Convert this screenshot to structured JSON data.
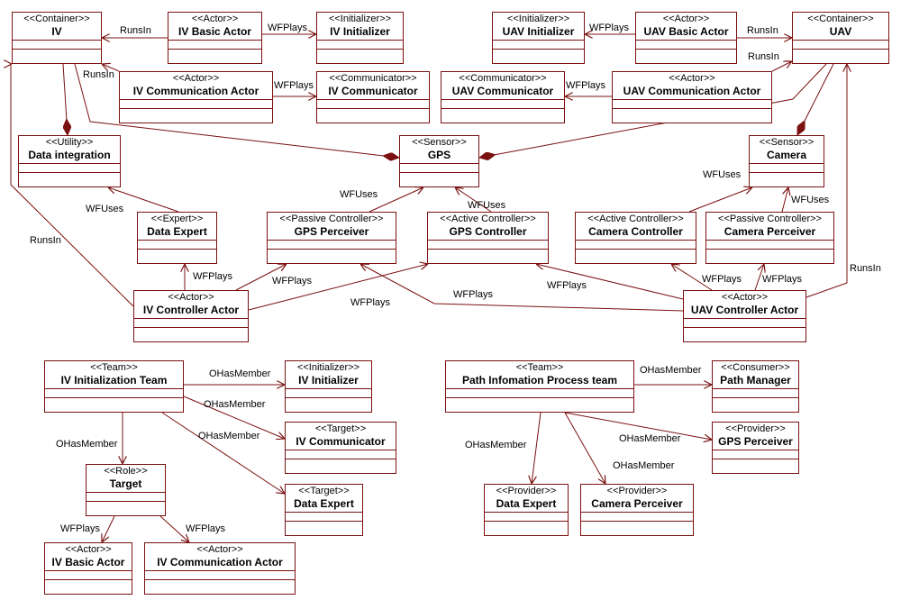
{
  "classes": {
    "iv": {
      "stereotype": "<<Container>>",
      "name": "IV"
    },
    "iv_basic_actor": {
      "stereotype": "<<Actor>>",
      "name": "IV Basic Actor"
    },
    "iv_initializer": {
      "stereotype": "<<Initializer>>",
      "name": "IV Initializer"
    },
    "iv_comm_actor": {
      "stereotype": "<<Actor>>",
      "name": "IV Communication Actor"
    },
    "iv_communicator": {
      "stereotype": "<<Communicator>>",
      "name": "IV Communicator"
    },
    "uav_initializer": {
      "stereotype": "<<Initializer>>",
      "name": "UAV Initializer"
    },
    "uav_basic_actor": {
      "stereotype": "<<Actor>>",
      "name": "UAV Basic Actor"
    },
    "uav": {
      "stereotype": "<<Container>>",
      "name": "UAV"
    },
    "uav_communicator": {
      "stereotype": "<<Communicator>>",
      "name": "UAV Communicator"
    },
    "uav_comm_actor": {
      "stereotype": "<<Actor>>",
      "name": "UAV Communication Actor"
    },
    "data_integration": {
      "stereotype": "<<Utility>>",
      "name": "Data integration"
    },
    "gps": {
      "stereotype": "<<Sensor>>",
      "name": "GPS"
    },
    "camera": {
      "stereotype": "<<Sensor>>",
      "name": "Camera"
    },
    "data_expert": {
      "stereotype": "<<Expert>>",
      "name": "Data Expert"
    },
    "gps_perceiver": {
      "stereotype": "<<Passive Controller>>",
      "name": "GPS Perceiver"
    },
    "gps_controller": {
      "stereotype": "<<Active Controller>>",
      "name": "GPS Controller"
    },
    "camera_controller": {
      "stereotype": "<<Active Controller>>",
      "name": "Camera Controller"
    },
    "camera_perceiver": {
      "stereotype": "<<Passive Controller>>",
      "name": "Camera Perceiver"
    },
    "iv_controller_actor": {
      "stereotype": "<<Actor>>",
      "name": "IV Controller Actor"
    },
    "uav_controller_actor": {
      "stereotype": "<<Actor>>",
      "name": "UAV Controller Actor"
    },
    "iv_init_team": {
      "stereotype": "<<Team>>",
      "name": "IV Initialization Team"
    },
    "t_iv_initializer": {
      "stereotype": "<<Initializer>>",
      "name": "IV Initializer"
    },
    "t_iv_communicator": {
      "stereotype": "<<Target>>",
      "name": "IV Communicator"
    },
    "t_target": {
      "stereotype": "<<Role>>",
      "name": "Target"
    },
    "t_data_expert": {
      "stereotype": "<<Target>>",
      "name": "Data Expert"
    },
    "t_iv_basic_actor": {
      "stereotype": "<<Actor>>",
      "name": "IV Basic Actor"
    },
    "t_iv_comm_actor": {
      "stereotype": "<<Actor>>",
      "name": "IV Communication Actor"
    },
    "path_team": {
      "stereotype": "<<Team>>",
      "name": "Path Infomation Process team"
    },
    "path_manager": {
      "stereotype": "<<Consumer>>",
      "name": "Path Manager"
    },
    "p_gps_perceiver": {
      "stereotype": "<<Provider>>",
      "name": "GPS Perceiver"
    },
    "p_data_expert": {
      "stereotype": "<<Provider>>",
      "name": "Data Expert"
    },
    "p_camera_perceiver": {
      "stereotype": "<<Provider>>",
      "name": "Camera Perceiver"
    }
  },
  "edge_labels": {
    "runsin": "RunsIn",
    "wfplays": "WFPlays",
    "wfuses": "WFUses",
    "ohasmember": "OHasMember"
  },
  "colors": {
    "line": "#7a1010",
    "text": "#000000",
    "background": "#ffffff"
  }
}
